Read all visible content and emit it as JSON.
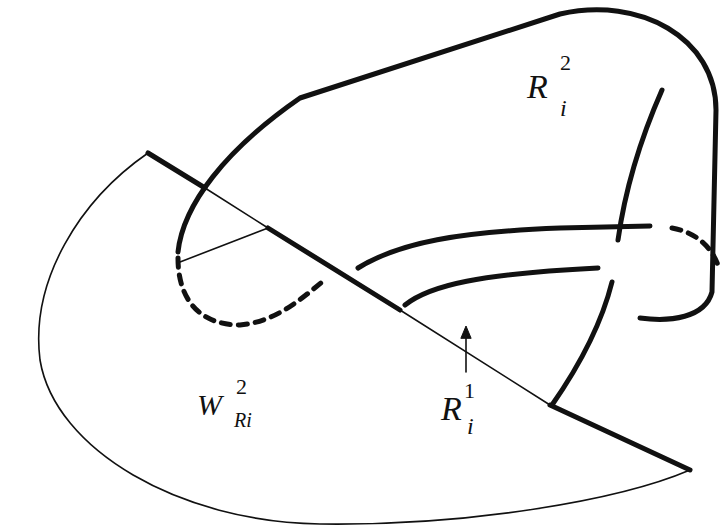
{
  "diagram": {
    "labels": [
      "R",
      "2",
      "i",
      "W",
      "2",
      "Ri",
      "R",
      "1",
      "i"
    ]
  }
}
